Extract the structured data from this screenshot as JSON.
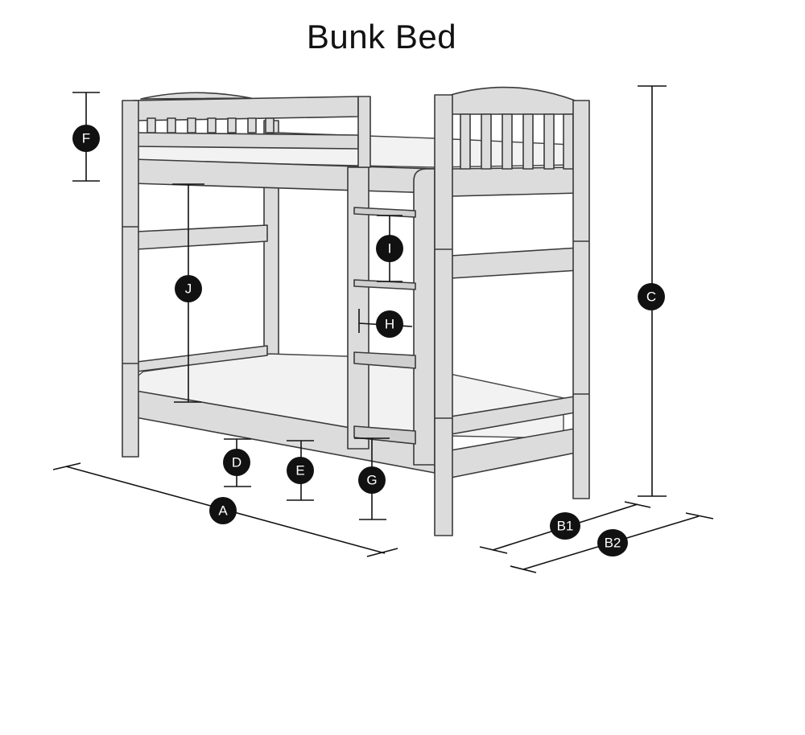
{
  "title": "Bunk Bed",
  "labels": {
    "a": "A",
    "b1": "B1",
    "b2": "B2",
    "c": "C",
    "d": "D",
    "e": "E",
    "f": "F",
    "g": "G",
    "h": "H",
    "i": "I",
    "j": "J"
  }
}
